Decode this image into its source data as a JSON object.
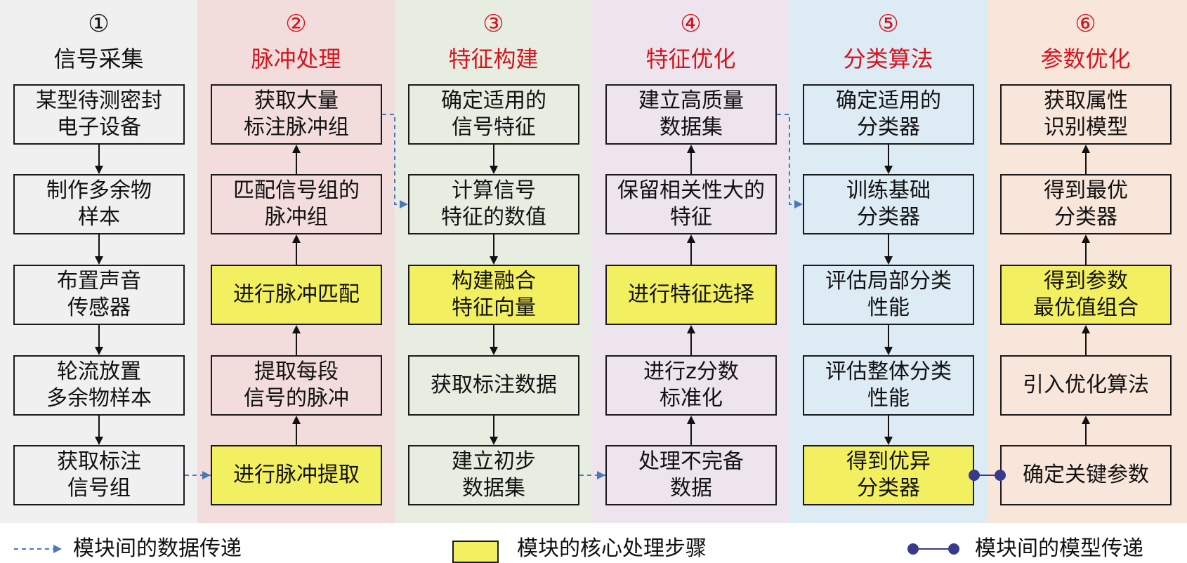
{
  "colors": {
    "data_link": "#4a78b8",
    "model_link": "#3a3a8c",
    "core_fill": "#f2f060",
    "normal_fill": "transparent",
    "title_first": "#111111",
    "title_other": "#d4141e"
  },
  "columns": [
    {
      "num": "①",
      "title": "信号采集",
      "bg": "#f0f0f0",
      "boxes": [
        {
          "text": "某型待测密封\n电子设备",
          "core": false
        },
        {
          "text": "制作多余物\n样本",
          "core": false
        },
        {
          "text": "布置声音\n传感器",
          "core": false
        },
        {
          "text": "轮流放置\n多余物样本",
          "core": false
        },
        {
          "text": "获取标注\n信号组",
          "core": false
        }
      ]
    },
    {
      "num": "②",
      "title": "脉冲处理",
      "bg": "#f2dcdc",
      "boxes": [
        {
          "text": "获取大量\n标注脉冲组",
          "core": false
        },
        {
          "text": "匹配信号组的\n脉冲组",
          "core": false
        },
        {
          "text": "进行脉冲匹配",
          "core": true
        },
        {
          "text": "提取每段\n信号的脉冲",
          "core": false
        },
        {
          "text": "进行脉冲提取",
          "core": true
        }
      ]
    },
    {
      "num": "③",
      "title": "特征构建",
      "bg": "#e8ede2",
      "boxes": [
        {
          "text": "确定适用的\n信号特征",
          "core": false
        },
        {
          "text": "计算信号\n特征的数值",
          "core": false
        },
        {
          "text": "构建融合\n特征向量",
          "core": true
        },
        {
          "text": "获取标注数据",
          "core": false
        },
        {
          "text": "建立初步\n数据集",
          "core": false
        }
      ]
    },
    {
      "num": "④",
      "title": "特征优化",
      "bg": "#ede4ee",
      "boxes": [
        {
          "text": "建立高质量\n数据集",
          "core": false
        },
        {
          "text": "保留相关性大的\n特征",
          "core": false
        },
        {
          "text": "进行特征选择",
          "core": true
        },
        {
          "text": "进行z分数\n标准化",
          "core": false
        },
        {
          "text": "处理不完备\n数据",
          "core": false
        }
      ]
    },
    {
      "num": "⑤",
      "title": "分类算法",
      "bg": "#dcebf4",
      "boxes": [
        {
          "text": "确定适用的\n分类器",
          "core": false
        },
        {
          "text": "训练基础\n分类器",
          "core": false
        },
        {
          "text": "评估局部分类\n性能",
          "core": false
        },
        {
          "text": "评估整体分类\n性能",
          "core": false
        },
        {
          "text": "得到优异\n分类器",
          "core": true
        }
      ]
    },
    {
      "num": "⑥",
      "title": "参数优化",
      "bg": "#f9e6da",
      "boxes": [
        {
          "text": "获取属性\n识别模型",
          "core": false
        },
        {
          "text": "得到最优\n分类器",
          "core": false
        },
        {
          "text": "得到参数\n最优值组合",
          "core": true
        },
        {
          "text": "引入优化算法",
          "core": false
        },
        {
          "text": "确定关键参数",
          "core": false
        }
      ]
    }
  ],
  "flow_direction": [
    "down",
    "up",
    "down",
    "up",
    "down",
    "up"
  ],
  "legend": {
    "data_transfer": "模块间的数据传递",
    "core_step": "模块的核心处理步骤",
    "model_transfer": "模块间的模型传递"
  }
}
